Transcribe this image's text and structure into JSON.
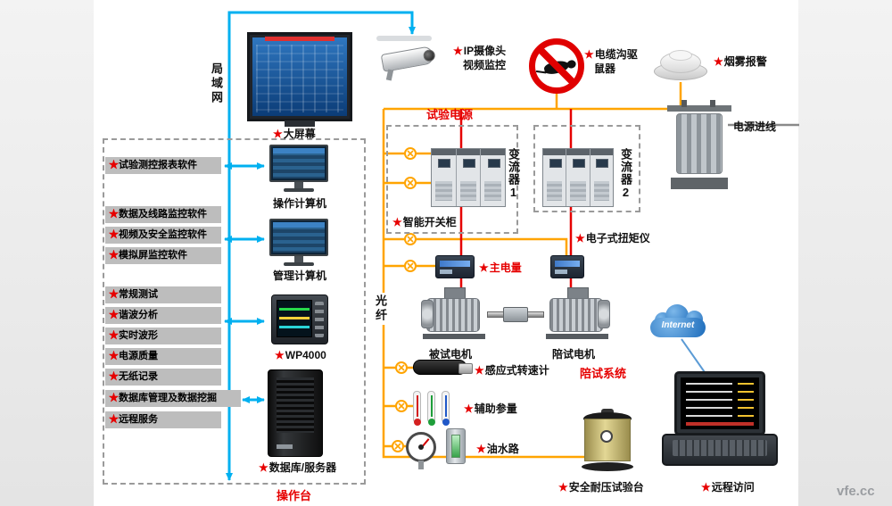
{
  "symbols": {
    "star": "★"
  },
  "watermark": "vfe.cc",
  "network": {
    "lan": "局域网",
    "fiber": "光纤"
  },
  "headers": {
    "test_power": "试验电源",
    "console": "操作台",
    "companion_system": "陪试系统"
  },
  "labels": {
    "big_screen": "大屏幕",
    "camera1": "IP摄像头",
    "camera2": "视频监控",
    "rodent1": "电缆沟驱",
    "rodent2": "鼠器",
    "smoke": "烟雾报警",
    "power_inlet": "电源进线",
    "switchgear": "智能开关柜",
    "converter1": "变流器1",
    "converter2": "变流器2",
    "torque": "电子式扭矩仪",
    "main_power": "主电量",
    "motor_test": "被试电机",
    "motor_companion": "陪试电机",
    "internet": "Internet",
    "tachometer": "感应式转速计",
    "aux": "辅助参量",
    "oil_water": "油水路",
    "hipot": "安全耐压试验台",
    "remote": "远程访问",
    "op_pc": "操作计算机",
    "mgmt_pc": "管理计算机",
    "wp4000": "WP4000",
    "server": "数据库/服务器"
  },
  "software_list": [
    "试验测控报表软件",
    "数据及线路监控软件",
    "视频及安全监控软件",
    "模拟屏监控软件",
    "常规测试",
    "谐波分析",
    "实时波形",
    "电源质量",
    "无纸记录",
    "数据库管理及数据挖掘",
    "远程服务"
  ],
  "colors": {
    "lan": "#00b0f0",
    "fiber": "#ffa400",
    "power": "#e60000",
    "accent_red": "#e60000"
  }
}
